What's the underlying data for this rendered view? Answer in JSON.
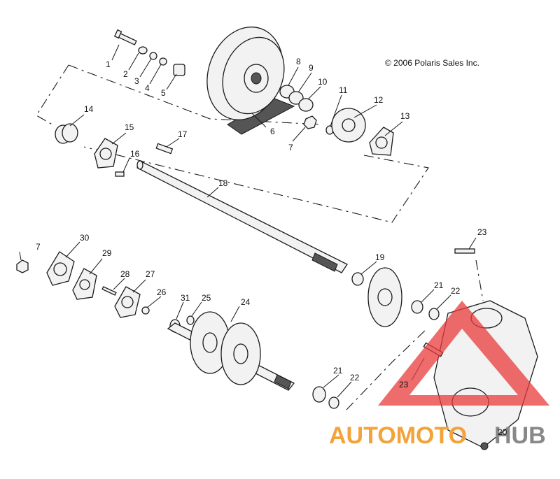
{
  "copyright": "© 2006 Polaris Sales Inc.",
  "watermark": {
    "part_a": "AUTOMOTO",
    "part_b": "HUB",
    "color_a": "#f2a33a",
    "color_b": "#888888",
    "logo_color": "#e83b3b"
  },
  "callouts": {
    "c1": "1",
    "c2": "2",
    "c3": "3",
    "c4": "4",
    "c5": "5",
    "c6": "6",
    "c7a": "7",
    "c7b": "7",
    "c8": "8",
    "c9": "9",
    "c10": "10",
    "c11": "11",
    "c12": "12",
    "c13": "13",
    "c14": "14",
    "c15": "15",
    "c16": "16",
    "c17": "17",
    "c18": "18",
    "c19": "19",
    "c20": "20",
    "c21a": "21",
    "c21b": "21",
    "c22a": "22",
    "c22b": "22",
    "c23a": "23",
    "c23b": "23",
    "c24": "24",
    "c25": "25",
    "c26": "26",
    "c27": "27",
    "c28": "28",
    "c29": "29",
    "c30": "30",
    "c31": "31"
  }
}
